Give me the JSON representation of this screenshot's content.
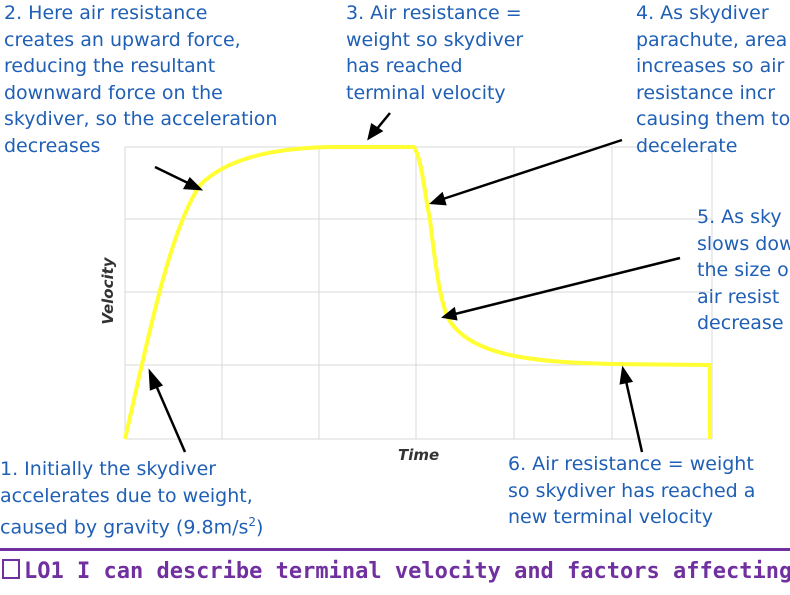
{
  "notes": {
    "n1": [
      "1. Initially the skydiver",
      "accelerates due to weight,",
      "caused by gravity (9.8m/s",
      ")"
    ],
    "n1_sup": "2",
    "n2": [
      "2. Here air resistance",
      "creates an upward force,",
      "reducing the resultant",
      "downward force on the",
      "skydiver, so the acceleration",
      "decreases"
    ],
    "n3": [
      "3. Air resistance =",
      "weight so skydiver",
      "has reached",
      "terminal velocity"
    ],
    "n4": [
      "4. As skydiver",
      "parachute, area",
      "increases so air",
      "resistance incr",
      "causing them to",
      "decelerate"
    ],
    "n5": [
      "5. As sky",
      "slows dow",
      "the size o",
      "air resist",
      "decrease"
    ],
    "n6": [
      "6. Air resistance = weight",
      "so skydiver has reached a",
      "new terminal velocity"
    ]
  },
  "axes": {
    "xlabel": "Time",
    "ylabel": "Velocity"
  },
  "objective": {
    "text": "LO1 I can describe terminal velocity and factors affecting"
  },
  "colors": {
    "curve": "#ffff33",
    "notes": "#1f5fb5",
    "objective": "#7030a0"
  }
}
